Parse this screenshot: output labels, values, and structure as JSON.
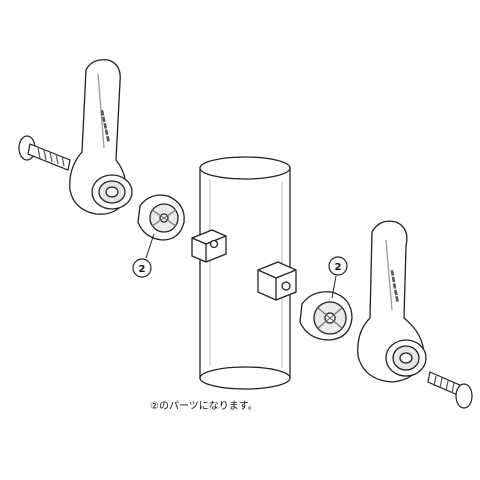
{
  "diagram": {
    "callouts": [
      {
        "label": "2"
      },
      {
        "label": "2"
      }
    ],
    "caption": "②のパーツになります。",
    "colors": {
      "line": "#222222",
      "fill": "#ffffff",
      "shade": "#cfcfcf",
      "dark": "#9a9a9a"
    }
  }
}
